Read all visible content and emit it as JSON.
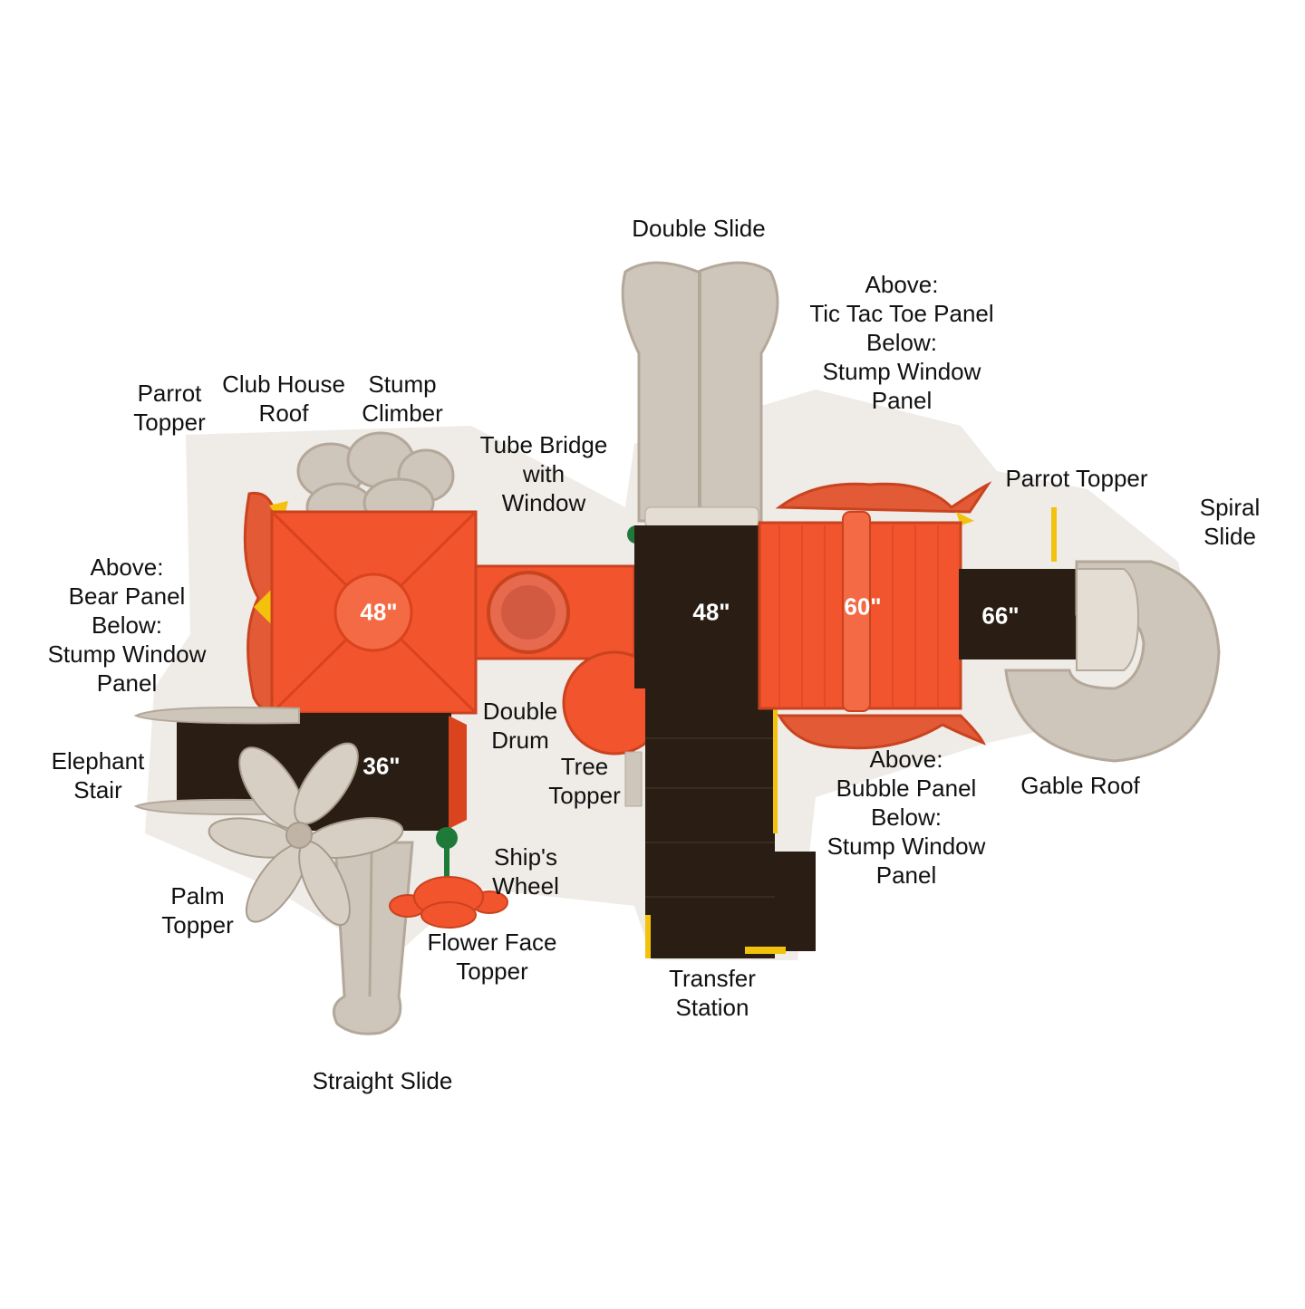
{
  "labels": {
    "double_slide": "Double Slide",
    "tic_tac_toe": "Above:\nTic Tac Toe Panel\nBelow:\nStump Window\nPanel",
    "parrot_topper_left": "Parrot\nTopper",
    "club_house_roof": "Club House\nRoof",
    "stump_climber": "Stump\nClimber",
    "tube_bridge": "Tube Bridge\nwith\nWindow",
    "parrot_topper_right": "Parrot Topper",
    "spiral_slide": "Spiral\nSlide",
    "bear_panel": "Above:\nBear Panel\nBelow:\nStump Window\nPanel",
    "double_drum": "Double\nDrum",
    "tree_topper": "Tree\nTopper",
    "elephant_stair": "Elephant\nStair",
    "bubble_panel": "Above:\nBubble Panel\nBelow:\nStump Window\nPanel",
    "gable_roof": "Gable Roof",
    "ships_wheel": "Ship's\nWheel",
    "palm_topper": "Palm\nTopper",
    "flower_face_topper": "Flower Face\nTopper",
    "transfer_station": "Transfer\nStation",
    "straight_slide": "Straight Slide"
  },
  "heights": {
    "left_deck": "48\"",
    "lower_left_deck": "36\"",
    "center_deck": "48\"",
    "right_deck": "60\"",
    "far_right_deck": "66\""
  },
  "colors": {
    "orange": "#F2542D",
    "orange_dark": "#D9431E",
    "tan": "#CFC6BB",
    "tan_dark": "#B3A899",
    "deck": "#2A1E14",
    "yellow": "#F2C20C",
    "green": "#1F7A3A",
    "shadow": "#EFEBE7"
  }
}
